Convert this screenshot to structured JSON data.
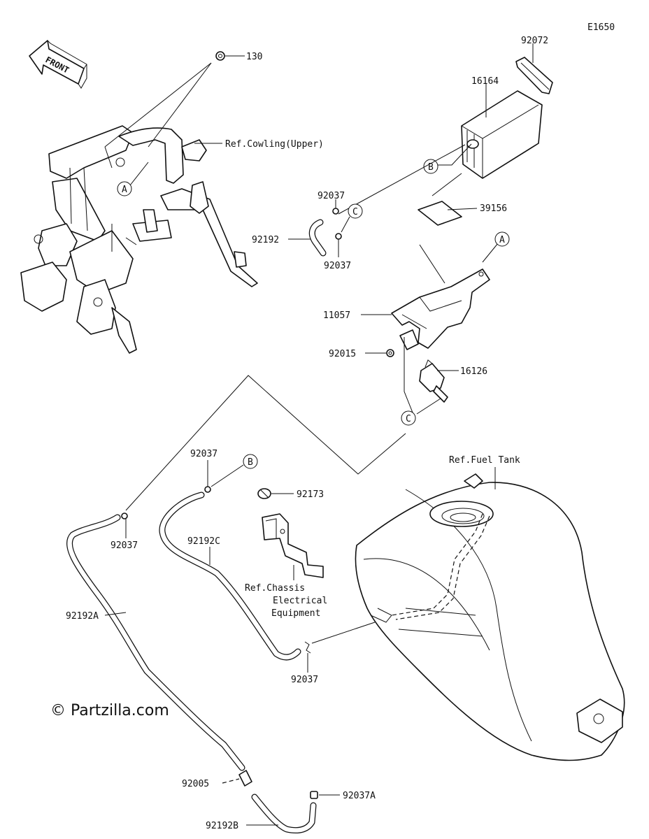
{
  "diagram_id": "E1650",
  "front_label": "FRONT",
  "watermark": "© Partzilla.com",
  "callouts": {
    "a": "A",
    "b": "B",
    "c": "C"
  },
  "parts": {
    "p130": "130",
    "p92072": "92072",
    "p16164": "16164",
    "ref_cowling": "Ref.Cowling(Upper)",
    "p92037_a": "92037",
    "p92192": "92192",
    "p92037_b": "92037",
    "p39156": "39156",
    "p11057": "11057",
    "p92015": "92015",
    "p16126": "16126",
    "ref_fuel_tank": "Ref.Fuel Tank",
    "p92037_c": "92037",
    "p92173": "92173",
    "p92037_d": "92037",
    "p92192c": "92192C",
    "ref_chassis_1": "Ref.Chassis",
    "ref_chassis_2": "Electrical",
    "ref_chassis_3": "Equipment",
    "p92192a": "92192A",
    "p92037_e": "92037",
    "p92005": "92005",
    "p92037a": "92037A",
    "p92192b": "92192B"
  }
}
